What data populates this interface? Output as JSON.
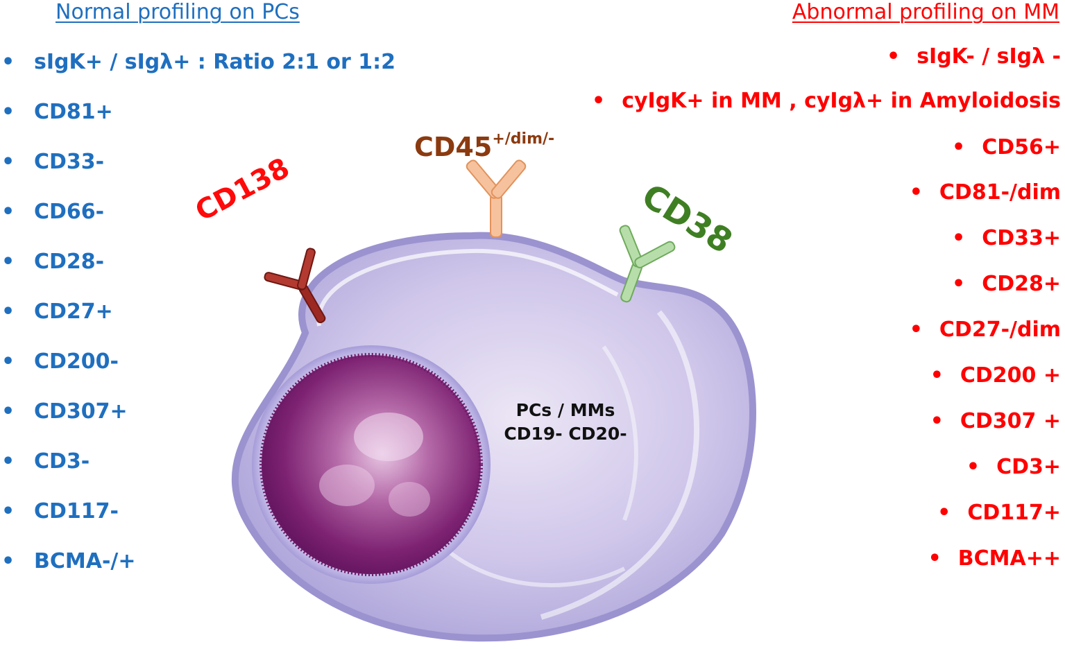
{
  "normal": {
    "heading": "Normal profiling on PCs",
    "items": [
      "sIgK+ / sIgλ+ : Ratio 2:1 or 1:2",
      "CD81+",
      "CD33-",
      "CD66-",
      "CD28-",
      "CD27+",
      "CD200-",
      "CD307+",
      "CD3-",
      "CD117-",
      "BCMA-/+"
    ]
  },
  "abnormal": {
    "heading": "Abnormal profiling on MM",
    "items": [
      "sIgK- / sIgλ -",
      "cyIgK+ in MM , cyIgλ+ in Amyloidosis",
      "CD56+",
      "CD81-/dim",
      "CD33+",
      "CD28+",
      "CD27-/dim",
      "CD200 +",
      "CD307 +",
      "CD3+",
      "CD117+",
      "BCMA++"
    ]
  },
  "markers": {
    "cd138": "CD138",
    "cd45": "CD45",
    "cd45_sup": "+/dim/-",
    "cd38": "CD38"
  },
  "cell": {
    "line1": "PCs / MMs",
    "line2": "CD19-  CD20-"
  },
  "colors": {
    "normal": "#1f6fbf",
    "abnormal": "#ff0000",
    "cd138": "#ff0a0a",
    "cd45": "#8b3a0f",
    "cd38": "#3f7f23"
  }
}
